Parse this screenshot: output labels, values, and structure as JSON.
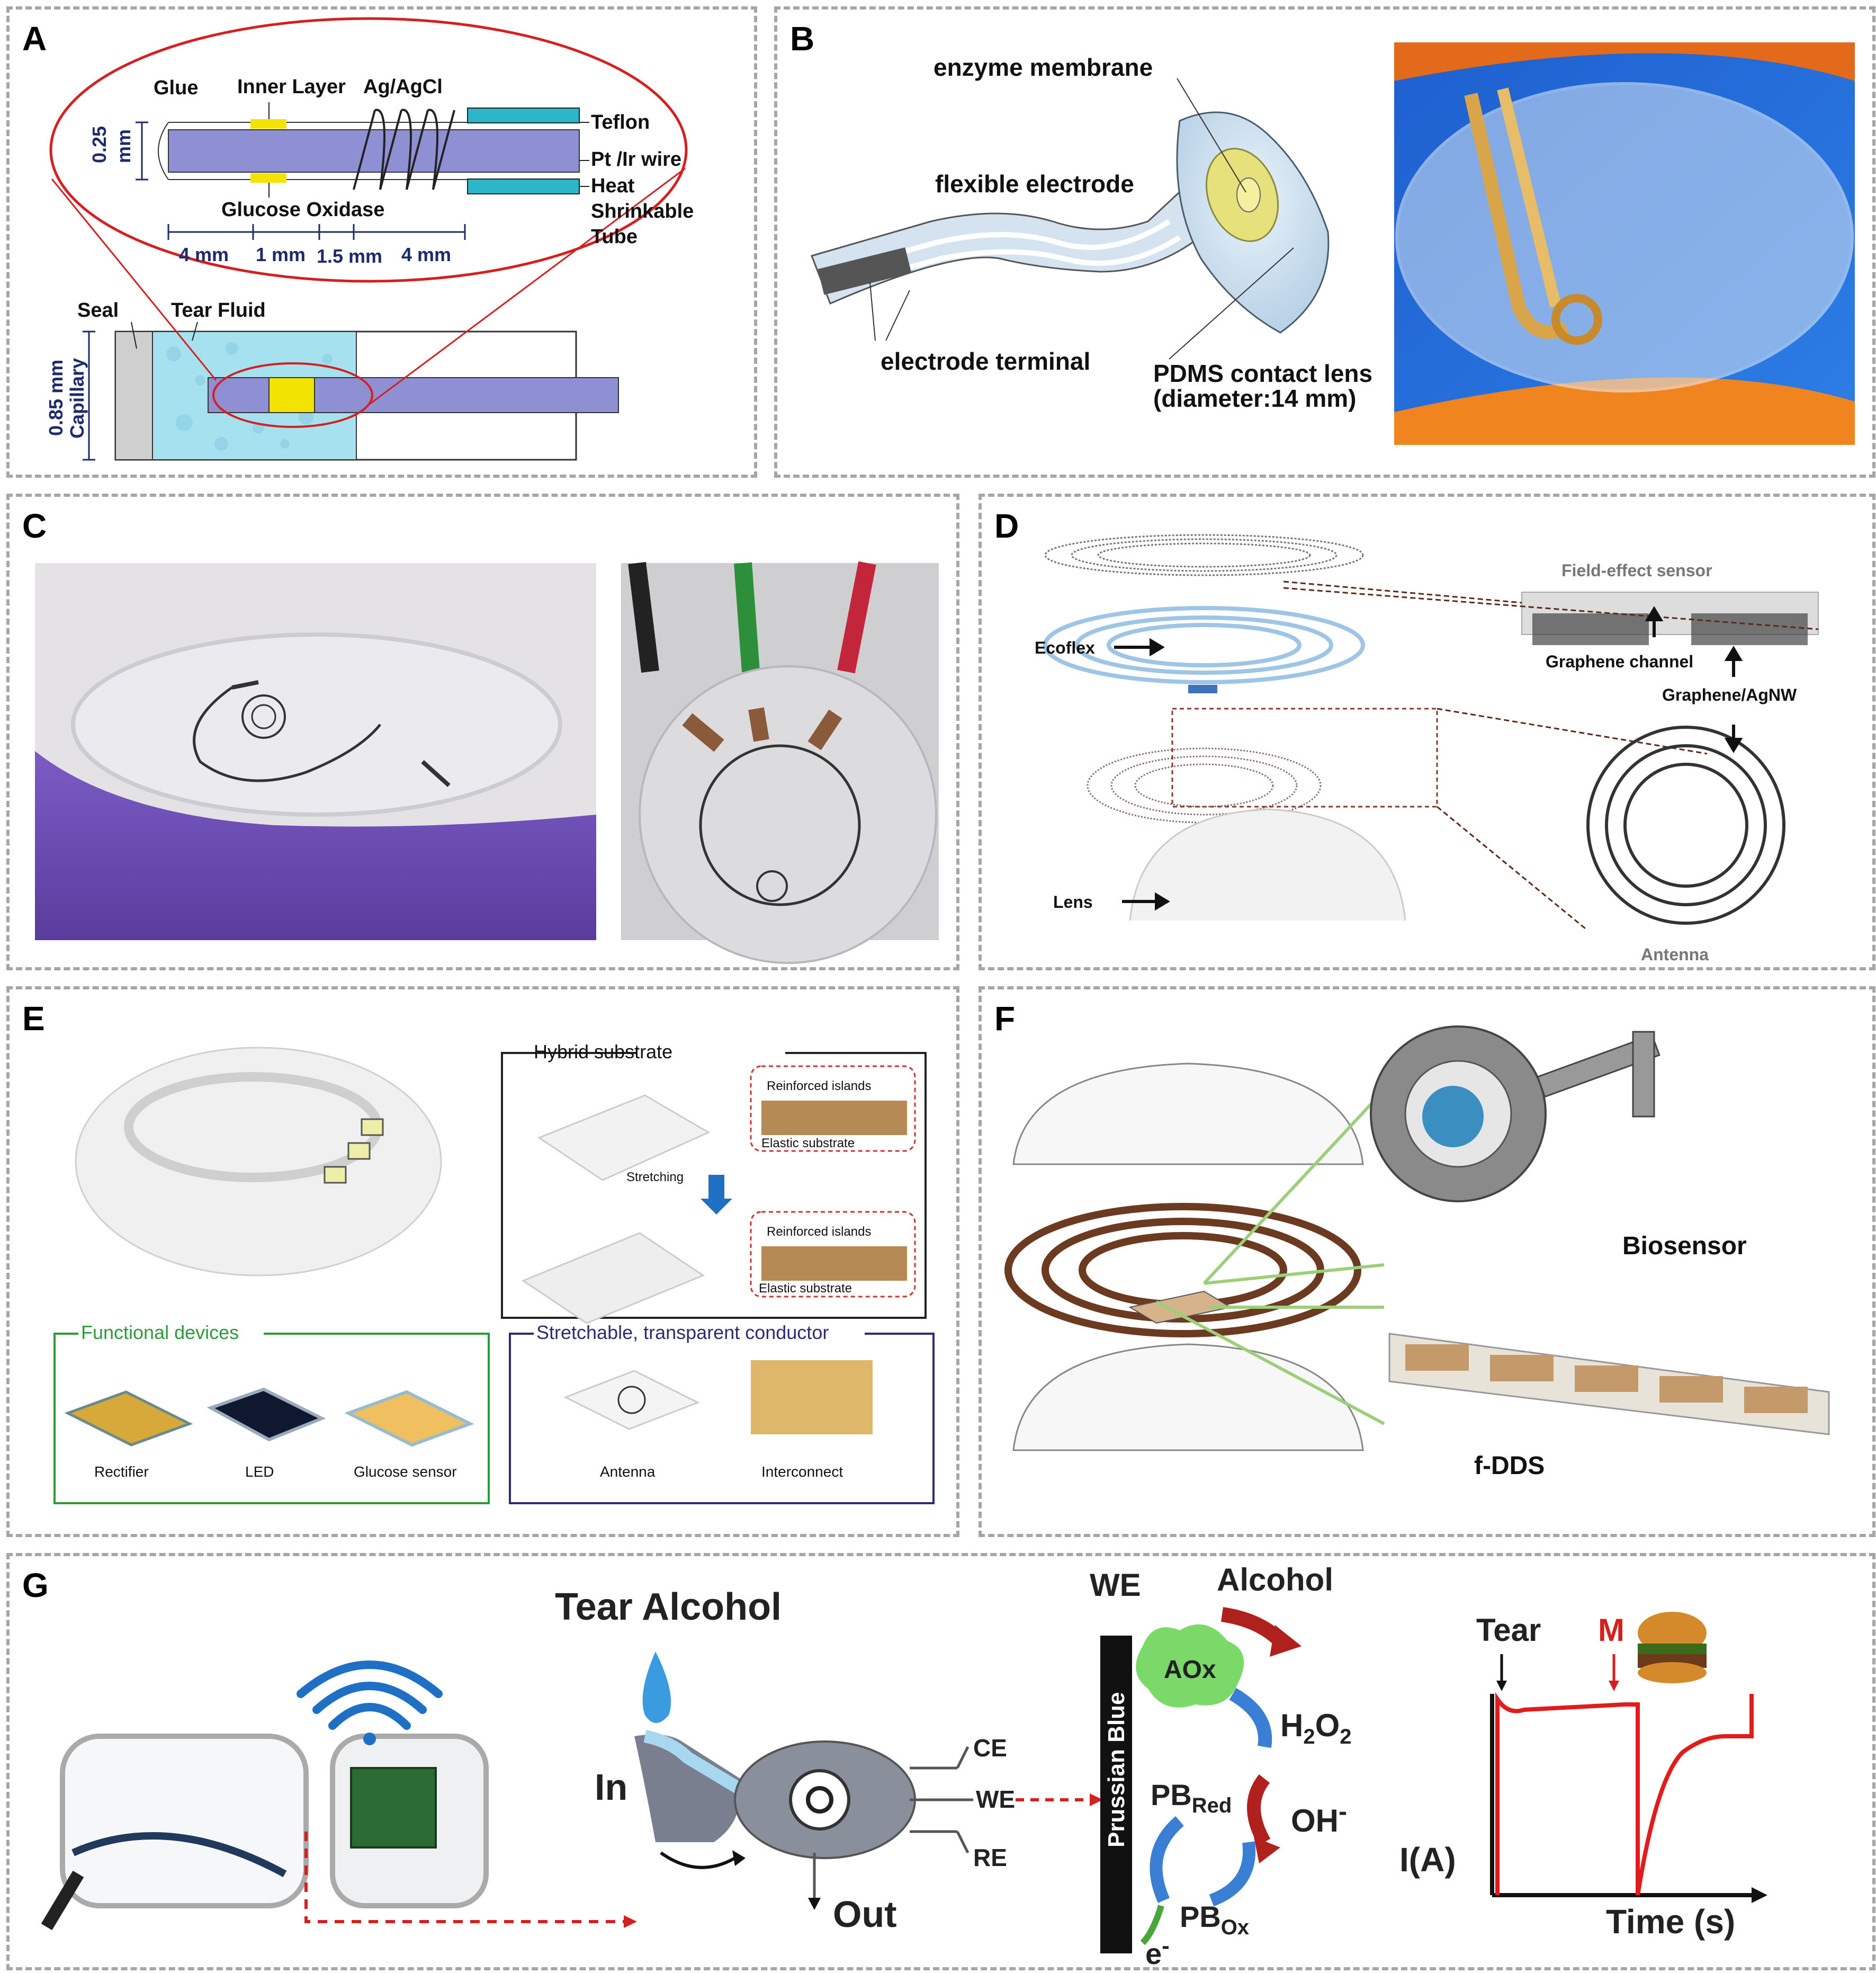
{
  "panels": {
    "A": {
      "label": "A",
      "glue": "Glue",
      "inner_layer": "Inner Layer",
      "ag_agcl": "Ag/AgCl",
      "teflon": "Teflon",
      "ptir_wire": "Pt /Ir wire",
      "heat_shrink_1": "Heat",
      "heat_shrink_2": "Shrinkable",
      "heat_shrink_3": "Tube",
      "glucose_oxidase": "Glucose Oxidase",
      "dim_025_1": "0.25",
      "dim_025_2": "mm",
      "seg_4mm_a": "4 mm",
      "seg_1mm": "1 mm",
      "seg_15mm": "1.5 mm",
      "seg_4mm_b": "4 mm",
      "seal": "Seal",
      "tear_fluid": "Tear Fluid",
      "dim_085": "0.85 mm",
      "capillary": "Capillary"
    },
    "B": {
      "label": "B",
      "enzyme_membrane": "enzyme membrane",
      "flexible_electrode": "flexible electrode",
      "electrode_terminal": "electrode terminal",
      "pdms_1": "PDMS contact lens",
      "pdms_2": "(diameter:14 mm)"
    },
    "C": {
      "label": "C"
    },
    "D": {
      "label": "D",
      "field_effect": "Field-effect sensor",
      "ecoflex": "Ecoflex",
      "graphene_channel": "Graphene channel",
      "graphene_agnw": "Graphene/AgNW",
      "lens": "Lens",
      "antenna": "Antenna"
    },
    "E": {
      "label": "E",
      "hybrid_substrate": "Hybrid substrate",
      "reinforced_1": "Reinforced islands",
      "elastic_1": "Elastic substrate",
      "stretching": "Stretching",
      "reinforced_2": "Reinforced islands",
      "elastic_2": "Elastic substrate",
      "functional_devices": "Functional devices",
      "stretchable_conductor": "Stretchable, transparent conductor",
      "rectifier": "Rectifier",
      "led": "LED",
      "glucose_sensor": "Glucose sensor",
      "antenna": "Antenna",
      "interconnect": "Interconnect"
    },
    "F": {
      "label": "F",
      "biosensor": "Biosensor",
      "fdds": "f-DDS"
    },
    "G": {
      "label": "G",
      "tear_alcohol": "Tear Alcohol",
      "in": "In",
      "out": "Out",
      "ce": "CE",
      "we": "WE",
      "re": "RE",
      "we_top": "WE",
      "prussian_blue": "Prussian Blue",
      "alcohol": "Alcohol",
      "aox": "AOx",
      "h2o2_main": "H",
      "h2o2_sub1": "2",
      "h2o2_mid": "O",
      "h2o2_sub2": "2",
      "oh": "OH",
      "oh_sup": "-",
      "pb_red_main": "PB",
      "pb_red_sub": "Red",
      "pb_ox_main": "PB",
      "pb_ox_sub": "Ox",
      "e_minus": "e",
      "e_sup": "-",
      "tear": "Tear",
      "m": "M",
      "i_axis": "I(A)",
      "time_axis": "Time (s)"
    }
  },
  "colors": {
    "lavender": "#8f8fd3",
    "navy": "#1f2a6b",
    "red_outline": "#d42020",
    "cyan": "#2bb7c8",
    "tear_fluid": "#a6e1ef",
    "yellow": "#f3e300",
    "green_box": "#2e9a3a",
    "navy_box": "#2c2c74",
    "trace_red": "#e01c1c",
    "brown_coil": "#6b3a20"
  }
}
